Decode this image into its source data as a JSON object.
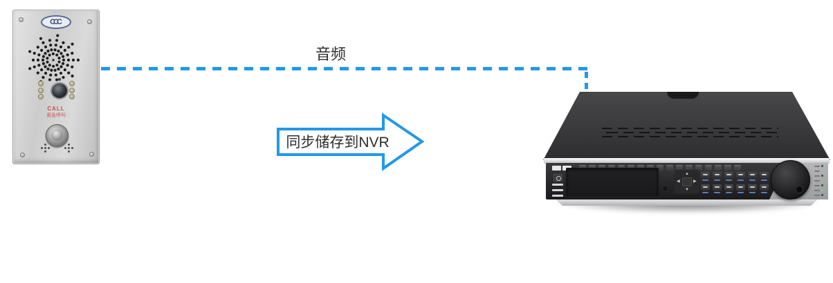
{
  "page": {
    "background": "#ffffff"
  },
  "connection": {
    "label": "音频",
    "color": "#2199e8",
    "style": "dashed"
  },
  "arrow": {
    "label": "同步储存到NVR",
    "outline_color": "#2199e8",
    "fill_color": "#ffffff"
  },
  "intercom": {
    "cert_label": "CCC",
    "call_label": "CALL",
    "call_sublabel": "紧急呼叫"
  },
  "icons": {
    "dpad_up": "▲",
    "dpad_down": "▼",
    "dpad_left": "◀",
    "dpad_right": "▶"
  }
}
